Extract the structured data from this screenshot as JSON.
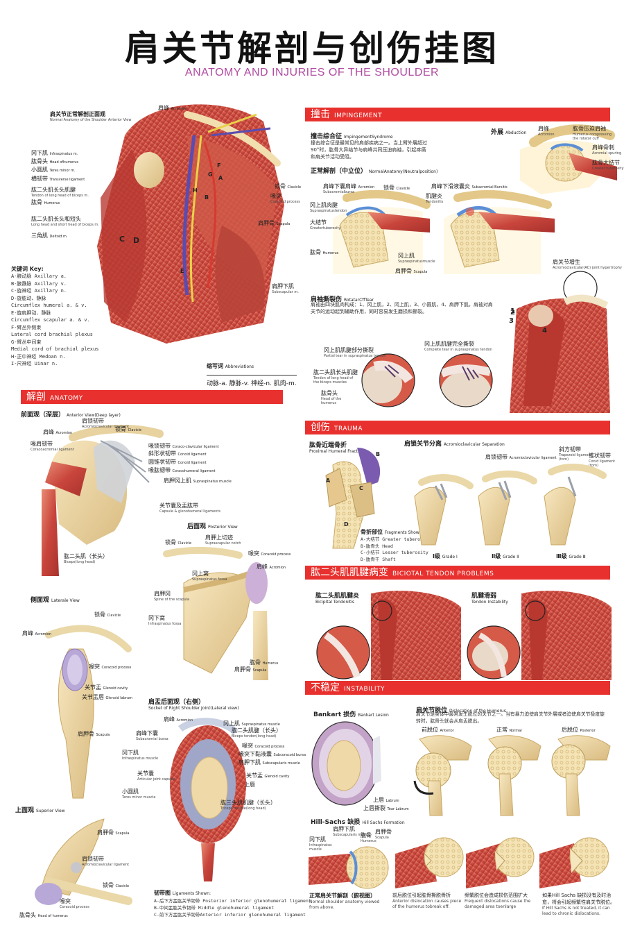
{
  "header": {
    "title_cn": "肩关节解剖与创伤挂图",
    "title_en": "ANATOMY AND INJURIES OF THE SHOULDER"
  },
  "anterior": {
    "title": "肩关节正常解剖正面观",
    "title_en": "Normal Anatomy of the Shoulder Anterior View",
    "left_labels": [
      {
        "cn": "冈下肌",
        "en": "Infraspinatus m."
      },
      {
        "cn": "肱骨头",
        "en": "Head ofhumerus"
      },
      {
        "cn": "小圆肌",
        "en": "Teres minor m."
      },
      {
        "cn": "横韧带",
        "en": "Transverse ligament"
      },
      {
        "cn": "肱二头肌长头肌腱",
        "en": "Tendon of long head of biceps m."
      },
      {
        "cn": "肱骨",
        "en": "Humerus"
      },
      {
        "cn": "肱二头肌长头和短头",
        "en": "Long head and short head of biceps m."
      },
      {
        "cn": "三角肌",
        "en": "Deltoid m."
      }
    ],
    "acromion": {
      "cn": "肩峰",
      "en": "Acromion"
    },
    "right_labels": [
      {
        "cn": "锁骨",
        "en": "Clavicle"
      },
      {
        "cn": "喙突",
        "en": "Coracoid process"
      },
      {
        "cn": "肩胛骨",
        "en": "Scapula"
      },
      {
        "cn": "肩胛下肌",
        "en": "Subscapular m."
      }
    ],
    "letters": [
      "F",
      "G",
      "A",
      "B",
      "H",
      "C",
      "D",
      "E"
    ],
    "key_title": "关键词",
    "key_en": "Key:",
    "key_items": [
      "A-腋动脉 Axillary a.",
      "B-腋静脉 Axillary v.",
      "C-旋神经 Axillary n.",
      "D-旋肱动、静脉",
      "Circumflex humeral a. & v.",
      "E-旋肩胛动、静脉",
      "Circumflex scapular a. & v.",
      "F-臂丛外侧束",
      "Lateral cord brachial plexus",
      "G-臂丛中间束",
      "Medial cord of brachial plexus",
      "H-正中神经 Medoan n.",
      "I-尺神经 Uinar n."
    ],
    "abbr_title": "缩写词",
    "abbr_en": "Abbreviations",
    "abbr_text": "动脉-a. 静脉-v. 神经-n. 肌肉-m."
  },
  "impingement": {
    "bar_cn": "撞击",
    "bar_en": "IMPINGEMENT",
    "syn_title": "撞击综合征",
    "syn_en": "ImpingementSyndrome",
    "syn_text": [
      "撞击综合征是最常见的肩部疾病之一。当上臂外展超过",
      "90°时，肱骨大异结节与肩峰共同压迫肩袖，引起疼痛",
      "和肩关节活动受阻。"
    ],
    "abduction_cn": "外展",
    "abduction_en": "Abduction",
    "abd_labels": [
      {
        "cn": "肩峰",
        "en": "Acromion"
      },
      {
        "cn": "肱骨压迫肩袖",
        "en": "Humerus compressing the rotator cuff"
      },
      {
        "cn": "肩峰骨刺",
        "en": "Acromial spuring"
      },
      {
        "cn": "肱骨大结节",
        "en": "Creater tuberosity"
      }
    ],
    "neutral_title": "正常解剖（中立位）",
    "neutral_en": "NormalAnatomy(Neutralposition)",
    "neutral_labels": [
      {
        "cn": "肩峰下囊",
        "en": "Subacromialbursa"
      },
      {
        "cn": "肩峰",
        "en": "Acromion"
      },
      {
        "cn": "锁骨",
        "en": "Clavicle"
      },
      {
        "cn": "冈上肌肉腱",
        "en": "Supraspinatustendon"
      },
      {
        "cn": "大结节",
        "en": "Greatertuberosity"
      },
      {
        "cn": "肱骨",
        "en": "Humerus"
      },
      {
        "cn": "冈上肌",
        "en": "Supraspinatusmuscle"
      },
      {
        "cn": "肩胛骨",
        "en": "Scapula"
      },
      {
        "cn": "肩峰下滑液囊炎",
        "en": "Subacromial Bursitis"
      },
      {
        "cn": "肌腱炎",
        "en": "Tendonitis"
      }
    ],
    "ac_label": {
      "cn": "肩关节增生",
      "en": "Acromioclavicular(AC) joint hypertrophy"
    },
    "tear_title": "肩袖撕裂伤",
    "tear_en": "RotatarCffTear",
    "tear_text": [
      "肩袖由四块肌肉构成：1、冈上肌，2、冈上肌，3、小圆肌，4、肩胛下肌，肩袖对肩",
      "关节的运动起到辅助作用，同时容易发生磨损和撕裂。"
    ],
    "tear_labels": [
      {
        "cn": "冈上肌肌腱部分撕裂",
        "en": "Partial tear in supraspinatus tendon"
      },
      {
        "cn": "冈上肌肌腱完全撕裂",
        "en": "Complete tear in supraspinatus tendon"
      },
      {
        "cn": "肱二头肌长头肌腱",
        "en": "Tendon of long head of the biceps muscles"
      },
      {
        "cn": "肱骨头",
        "en": "Head of the humerus"
      }
    ],
    "numbers": [
      "1",
      "2",
      "3",
      "4"
    ]
  },
  "anatomy": {
    "bar_cn": "解剖",
    "bar_en": "ANATOMY",
    "front_title": "前面观（深层）",
    "front_en": "Anterior View(Deep layer)",
    "front_labels": [
      {
        "cn": "肩锁韧带",
        "en": "Acromioclavicular ligament"
      },
      {
        "cn": "肩峰",
        "en": "Acromion"
      },
      {
        "cn": "锁骨",
        "en": "Clavicle"
      },
      {
        "cn": "喙肩韧带",
        "en": "Coracoacromial ligament"
      },
      {
        "cn": "喙锁韧带",
        "en": "Coraco-clavicular ligament"
      },
      {
        "cn": "斜形状韧带",
        "en": "Conoid ligament"
      },
      {
        "cn": "圆锥状韧带",
        "en": "Conoid ligament"
      },
      {
        "cn": "喙肱韧带",
        "en": "Coracohumeral ligament"
      },
      {
        "cn": "肩胛冈上肌",
        "en": "Supraspinatus muscle"
      },
      {
        "cn": "关节囊及盂肱带",
        "en": "Capsule & glenohumeral ligaments"
      },
      {
        "cn": "肱二头肌（长头）",
        "en": "Biceps(long head)"
      }
    ],
    "post_title": "后面观",
    "post_en": "Posterior View",
    "post_labels": [
      {
        "cn": "锁骨",
        "en": "Clavicle"
      },
      {
        "cn": "肩胛上切迹",
        "en": "Suprascapular notch"
      },
      {
        "cn": "喙突",
        "en": "Coracoid process"
      },
      {
        "cn": "肩峰",
        "en": "Acromion"
      },
      {
        "cn": "冈上窝",
        "en": "Supraspinatus fossa"
      },
      {
        "cn": "肩胛冈",
        "en": "Spine of the scapula"
      },
      {
        "cn": "冈下窝",
        "en": "Infraspinatus fossa"
      },
      {
        "cn": "肱骨",
        "en": "Humerus"
      },
      {
        "cn": "肩胛骨",
        "en": "Scapula"
      }
    ],
    "lat_title": "侧面观",
    "lat_en": "Laterale View",
    "lat_labels": [
      {
        "cn": "锁骨",
        "en": "Clavicle"
      },
      {
        "cn": "肩峰",
        "en": "Acromion"
      },
      {
        "cn": "喙突",
        "en": "Coracoid process"
      },
      {
        "cn": "关节盂",
        "en": "Glenoid cavity"
      },
      {
        "cn": "关节盂唇",
        "en": "Glenoid labrum"
      },
      {
        "cn": "肩胛骨",
        "en": "Scapula"
      }
    ],
    "sock_title": "肩盂后面观（右侧）",
    "sock_en": "Socket of Right Shoulder Joint(Lateral view)",
    "sock_labels": [
      {
        "cn": "肩峰",
        "en": "Acromion"
      },
      {
        "cn": "冈上肌",
        "en": "Supraspinatus muscle"
      },
      {
        "cn": "肱二头肌腱（长头）",
        "en": "Biceps tendon(long head)"
      },
      {
        "cn": "肩峰下囊",
        "en": "Subacromial bursa"
      },
      {
        "cn": "喙突",
        "en": "Coracoid process"
      },
      {
        "cn": "冈下肌",
        "en": "Infraspinatus muscle"
      },
      {
        "cn": "喙突下黏液囊",
        "en": "Subcoracoid bursa"
      },
      {
        "cn": "肩胛下肌",
        "en": "Subscapularis muscle"
      },
      {
        "cn": "关节囊",
        "en": "Articular joint capsule"
      },
      {
        "cn": "关节盂",
        "en": "Glenoid cavity"
      },
      {
        "cn": "上唇",
        "en": ""
      },
      {
        "cn": "小圆肌",
        "en": "Teres minor muscle"
      },
      {
        "cn": "肱三头肌肌腱（长头）",
        "en": "Triceps muscle(long head)"
      }
    ],
    "lig_title": "韧带图",
    "lig_en": "Ligaments Shown:",
    "lig_items": [
      "A-后下方盂肱关节韧带 Posterior inferior glenohumeral ligament",
      "B-中间盂肱关节韧带 Middle glenohumeral ligament",
      "C-前下方盂肱关节韧带Anterior inferior glenohumeral ligament"
    ],
    "sup_title": "上面观",
    "sup_en": "Superior View",
    "sup_labels": [
      {
        "cn": "肩胛骨",
        "en": "Scapula"
      },
      {
        "cn": "肩锁韧带",
        "en": "Acromioclavicular ligament"
      },
      {
        "cn": "锁骨",
        "en": "Clavicle"
      },
      {
        "cn": "喙突",
        "en": "Coracoid process"
      },
      {
        "cn": "肱骨头",
        "en": "Head of humerus"
      }
    ]
  },
  "trauma": {
    "bar_cn": "创伤",
    "bar_en": "TRAUMA",
    "frac_title": "肱骨近端骨折",
    "frac_en": "Proximal Humeral Fracture",
    "frag_title": "骨折部位",
    "frag_en": "Fragments Shown",
    "frag_items": [
      "A-大结节 Greater tuberosity",
      "B-肱骨头 Head",
      "C-小结节 Lesser tuberosity",
      "D-肱骨干 Shaft"
    ],
    "letters": [
      "A",
      "B",
      "C",
      "D"
    ],
    "sep_title": "肩锁关节分离",
    "sep_en": "Acromioclavicular Separation",
    "sep_labels": [
      {
        "cn": "肩锁韧带",
        "en": "Acromioclavicular ligament"
      },
      {
        "cn": "斜方韧带",
        "en": "Trapezoid ligament (torn)"
      },
      {
        "cn": "锥状韧带",
        "en": "Conid ligament (torn)"
      }
    ],
    "grades": [
      {
        "cn": "Ⅰ级",
        "en": "Grade Ⅰ"
      },
      {
        "cn": "Ⅱ级",
        "en": "Grade Ⅱ"
      },
      {
        "cn": "Ⅲ级",
        "en": "Grade Ⅲ"
      }
    ]
  },
  "biceps": {
    "bar_cn": "肱二头肌肌腱病变",
    "bar_en": "BICIOTAL TENDON PROBLEMS",
    "left_title": "肱二头肌肌腱炎",
    "left_en": "Bicipital Tendonitis",
    "right_title": "肌腱滑弱",
    "right_en": "Tendon Instability"
  },
  "instability": {
    "bar_cn": "不稳定",
    "bar_en": "INSTABILITY",
    "bankart_title": "Bankart 损伤",
    "bankart_en": "Bankart Lesion",
    "bankart_labels": [
      {
        "cn": "上唇",
        "en": "Labrum"
      },
      {
        "cn": "上唇撕裂",
        "en": "Tear Labrum"
      }
    ],
    "disloc_title": "肩关节脱位",
    "disloc_en": "Dislocation of the Humerus",
    "disloc_text": [
      "肩关节是身体中最常发生脱位的关节之一。当有暴力迫使肩关节外展或者迫使肩关节极度旋",
      "转时，肱骨头就会从肩盂脱出。"
    ],
    "positions": [
      {
        "cn": "前脱位",
        "en": "Anterior"
      },
      {
        "cn": "正常",
        "en": "Normal"
      },
      {
        "cn": "后脱位",
        "en": "Posterior"
      }
    ],
    "hs_title": "Hill-Sachs 缺损",
    "hs_en": "Hill Sachs Formation",
    "hs_labels": [
      {
        "cn": "肩胛下肌",
        "en": "Subscapularis muscle"
      },
      {
        "cn": "肱骨",
        "en": "Humerus"
      },
      {
        "cn": "冈下肌",
        "en": "Infraspinatus muscle"
      },
      {
        "cn": "肩胛骨",
        "en": "Scapula"
      }
    ],
    "captions": [
      {
        "cn": "正常肩关节解剖（俯视图）",
        "en": "Normal shoulder anatomy viewed from above."
      },
      {
        "cn": "前后脱位引起肱骨撕脱骨折",
        "en": "Anterior dislocation causes piece of the humerus tobreak off."
      },
      {
        "cn": "频繁脱位会造成损伤范围扩大",
        "en": "Frequent dislocations cause the damaged area toenlarge"
      },
      {
        "cn": "如果Hill Sachs 缺损没有及时治愈，将会引起频繁性肩关节脱位。",
        "en": "If Hill Sachs is not treated, it can lead to chronic dislocations."
      }
    ]
  },
  "colors": {
    "accent": "#e8312e",
    "title_en": "#b04aa0",
    "muscle": "#c8453c",
    "bone": "#efd9a8",
    "nerve": "#e8d24a",
    "vein": "#5a4cb0",
    "cartilage": "#5b8fd6"
  }
}
